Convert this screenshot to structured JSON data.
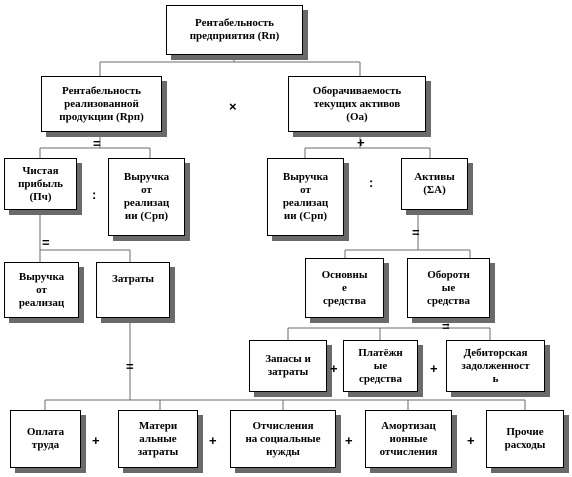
{
  "nodes": {
    "profitability_enterprise": "Рентабельность\nпредприятия (Rп)",
    "profitability_sales": "Рентабельность\nреализованной\nпродукции (Rрп)",
    "asset_turnover": "Оборачиваемость\nтекущих активов\n(Оа)",
    "net_profit": "Чистая\nприбыль\n(Пч)",
    "revenue_a": "Выручка\nот\nреализац\nии (Срп)",
    "revenue_b": "Выручка\nот\nреализац\nии (Срп)",
    "assets": "Активы\n(ΣА)",
    "revenue_c": "Выручка\nот\nреализац",
    "costs": "Затраты",
    "fixed_assets": "Основны\nе\nсредства",
    "current_assets": "Оборотн\nые\nсредства",
    "inventory": "Запасы и\nзатраты",
    "cash": "Платёжн\nые\nсредства",
    "receivables": "Дебиторская\nзадолженност\nь",
    "labor": "Оплата\nтруда",
    "materials": "Матери\nальные\nзатраты",
    "social": "Отчисления\nна социальные\nнужды",
    "depreciation": "Амортизац\nионные\nотчисления",
    "other": "Прочие\nрасходы"
  },
  "operators": {
    "multiply": "×",
    "divide_a": ":",
    "divide_b": ":",
    "equals_a": "=",
    "equals_b": "=",
    "equals_c": "=",
    "equals_d": "=",
    "equals_e": "=",
    "plus_a": "+",
    "plus_b": "+",
    "plus_c": "+",
    "plus_d": "+",
    "plus_e": "+",
    "plus_f": "+"
  }
}
